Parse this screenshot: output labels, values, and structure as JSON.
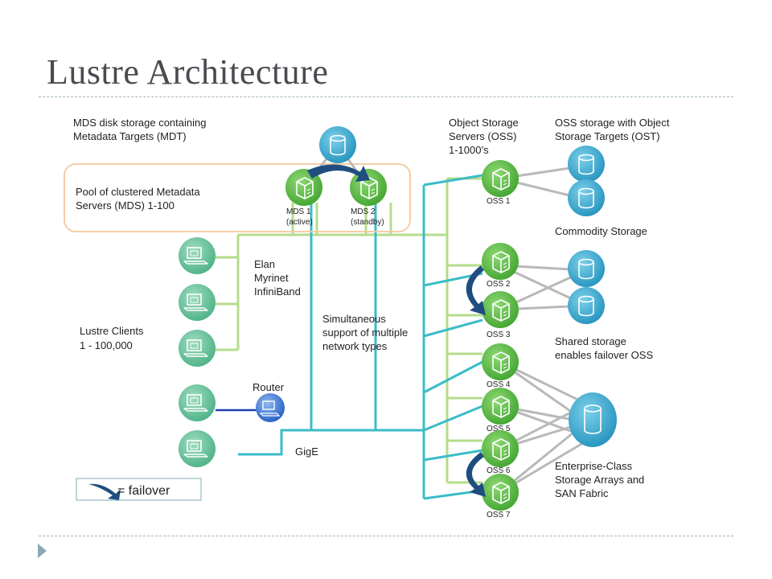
{
  "slide": {
    "title": "Lustre Architecture"
  },
  "diagram": {
    "mds_storage_label": [
      "MDS disk storage containing",
      "Metadata Targets (MDT)"
    ],
    "mds_pool_label": [
      "Pool of clustered Metadata",
      "Servers (MDS) 1-100"
    ],
    "mds1_label": [
      "MDS 1",
      "(active)"
    ],
    "mds2_label": [
      "MDS 2",
      "(standby)"
    ],
    "oss_header_label": [
      "Object Storage",
      "Servers (OSS)",
      "1-1000’s"
    ],
    "ost_header_label": [
      "OSS storage with Object",
      "Storage Targets (OST)"
    ],
    "oss_nodes": [
      "OSS 1",
      "OSS 2",
      "OSS 3",
      "OSS 4",
      "OSS 5",
      "OSS 6",
      "OSS 7"
    ],
    "commodity_storage_label": "Commodity Storage",
    "shared_storage_label": [
      "Shared storage",
      "enables failover OSS"
    ],
    "enterprise_storage_label": [
      "Enterprise-Class",
      "Storage Arrays and",
      "SAN Fabric"
    ],
    "network_types_label": [
      "Elan",
      "Myrinet",
      "InfiniBand"
    ],
    "simultaneous_label": [
      "Simultaneous",
      "support of multiple",
      "network types"
    ],
    "clients_label": [
      "Lustre Clients",
      "1 - 100,000"
    ],
    "router_label": "Router",
    "gige_label": "GigE",
    "legend_label": "= failover",
    "colors": {
      "node_green": "#5bbd44",
      "storage_blue": "#3aa8cc",
      "client_green": "#6fc3a0",
      "fast_net": "#b4dc8c",
      "gige_net": "#3bbcc8",
      "failover_arrow": "#1f4d80",
      "pool_border": "#f4c79c"
    }
  }
}
